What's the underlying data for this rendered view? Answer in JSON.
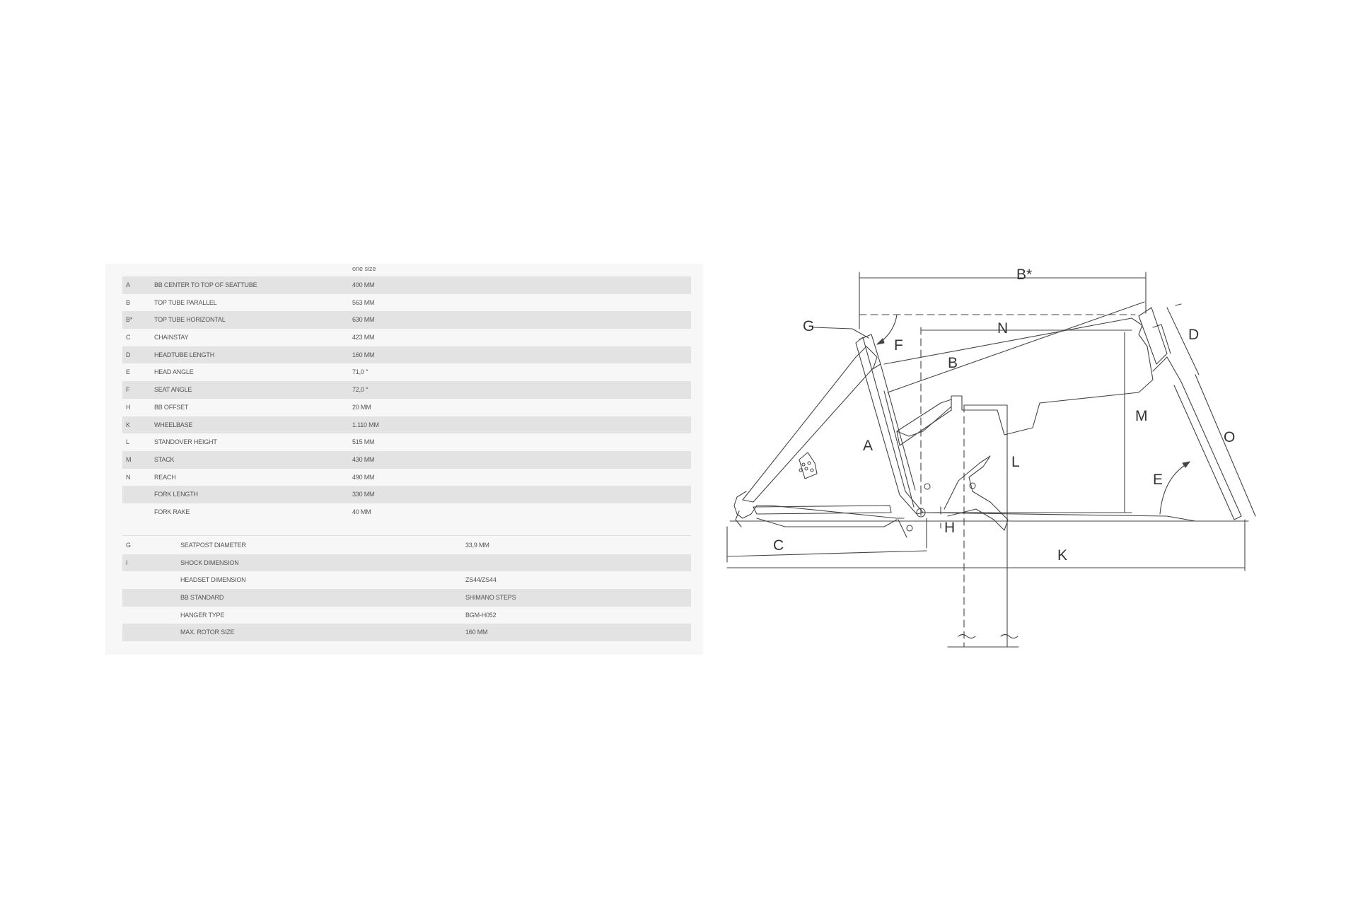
{
  "table": {
    "size_header": "one size",
    "rows": [
      {
        "key": "A",
        "name": "BB CENTER TO TOP OF SEATTUBE",
        "value": "400 MM"
      },
      {
        "key": "B",
        "name": "TOP TUBE PARALLEL",
        "value": "563 MM"
      },
      {
        "key": "B*",
        "name": "TOP TUBE HORIZONTAL",
        "value": "630 MM"
      },
      {
        "key": "C",
        "name": "CHAINSTAY",
        "value": "423 MM"
      },
      {
        "key": "D",
        "name": "HEADTUBE LENGTH",
        "value": "160 MM"
      },
      {
        "key": "E",
        "name": "HEAD ANGLE",
        "value": "71,0 °"
      },
      {
        "key": "F",
        "name": "SEAT ANGLE",
        "value": "72,0 °"
      },
      {
        "key": "H",
        "name": "BB OFFSET",
        "value": "20 MM"
      },
      {
        "key": "K",
        "name": "WHEELBASE",
        "value": "1.110 MM"
      },
      {
        "key": "L",
        "name": "STANDOVER HEIGHT",
        "value": "515 MM"
      },
      {
        "key": "M",
        "name": "STACK",
        "value": "430 MM"
      },
      {
        "key": "N",
        "name": "REACH",
        "value": "490 MM"
      },
      {
        "key": "",
        "name": "FORK LENGTH",
        "value": "330 MM"
      },
      {
        "key": "",
        "name": "FORK RAKE",
        "value": "40 MM"
      }
    ],
    "rows2": [
      {
        "key": "G",
        "name": "SEATPOST DIAMETER",
        "value": "33,9 MM"
      },
      {
        "key": "I",
        "name": "SHOCK DIMENSION",
        "value": ""
      },
      {
        "key": "",
        "name": "HEADSET DIMENSION",
        "value": "ZS44/ZS44"
      },
      {
        "key": "",
        "name": "BB STANDARD",
        "value": "SHIMANO STEPS"
      },
      {
        "key": "",
        "name": "HANGER TYPE",
        "value": "BGM-H052"
      },
      {
        "key": "",
        "name": "MAX. ROTOR SIZE",
        "value": "160 MM"
      }
    ]
  },
  "diagram": {
    "labels": {
      "b_star": "B*",
      "n": "N",
      "b": "B",
      "g": "G",
      "f": "F",
      "d": "D",
      "m": "M",
      "a": "A",
      "l": "L",
      "o": "O",
      "e": "E",
      "c": "C",
      "h": "H",
      "k": "K"
    },
    "line_color": "#444444"
  }
}
